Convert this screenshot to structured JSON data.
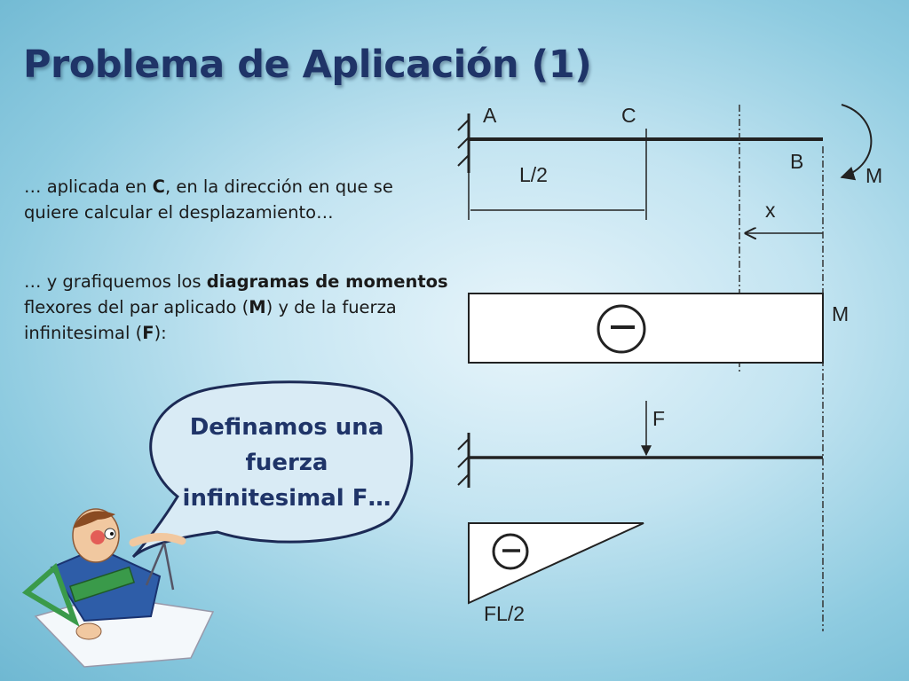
{
  "slide": {
    "title": "Problema de Aplicación (1)",
    "paragraph1": {
      "before": "… aplicada en ",
      "bold1": "C",
      "after": ", en la dirección en que se quiere calcular el desplazamiento…"
    },
    "paragraph2": {
      "part1": "… y grafiquemos los ",
      "bold1": "diagramas de momentos",
      "part2": " flexores del par aplicado (",
      "bold2": "M",
      "part3": ") y de la fuerza infinitesimal (",
      "bold3": "F",
      "part4": "):"
    },
    "bubble": {
      "line1": "Definamos una",
      "line2": "fuerza",
      "line3_pre": "infinitesimal ",
      "line3_bold": "F",
      "line3_post": "…"
    }
  },
  "diagram": {
    "label_a": "A",
    "label_c": "C",
    "label_b": "B",
    "label_l2": "L/2",
    "label_m_moment": "M",
    "label_x": "x",
    "label_m_diagram": "M",
    "label_f": "F",
    "label_fl2": "FL/2",
    "colors": {
      "line": "#222222",
      "diagram_fill": "#ffffff",
      "title": "#1f3468"
    }
  }
}
